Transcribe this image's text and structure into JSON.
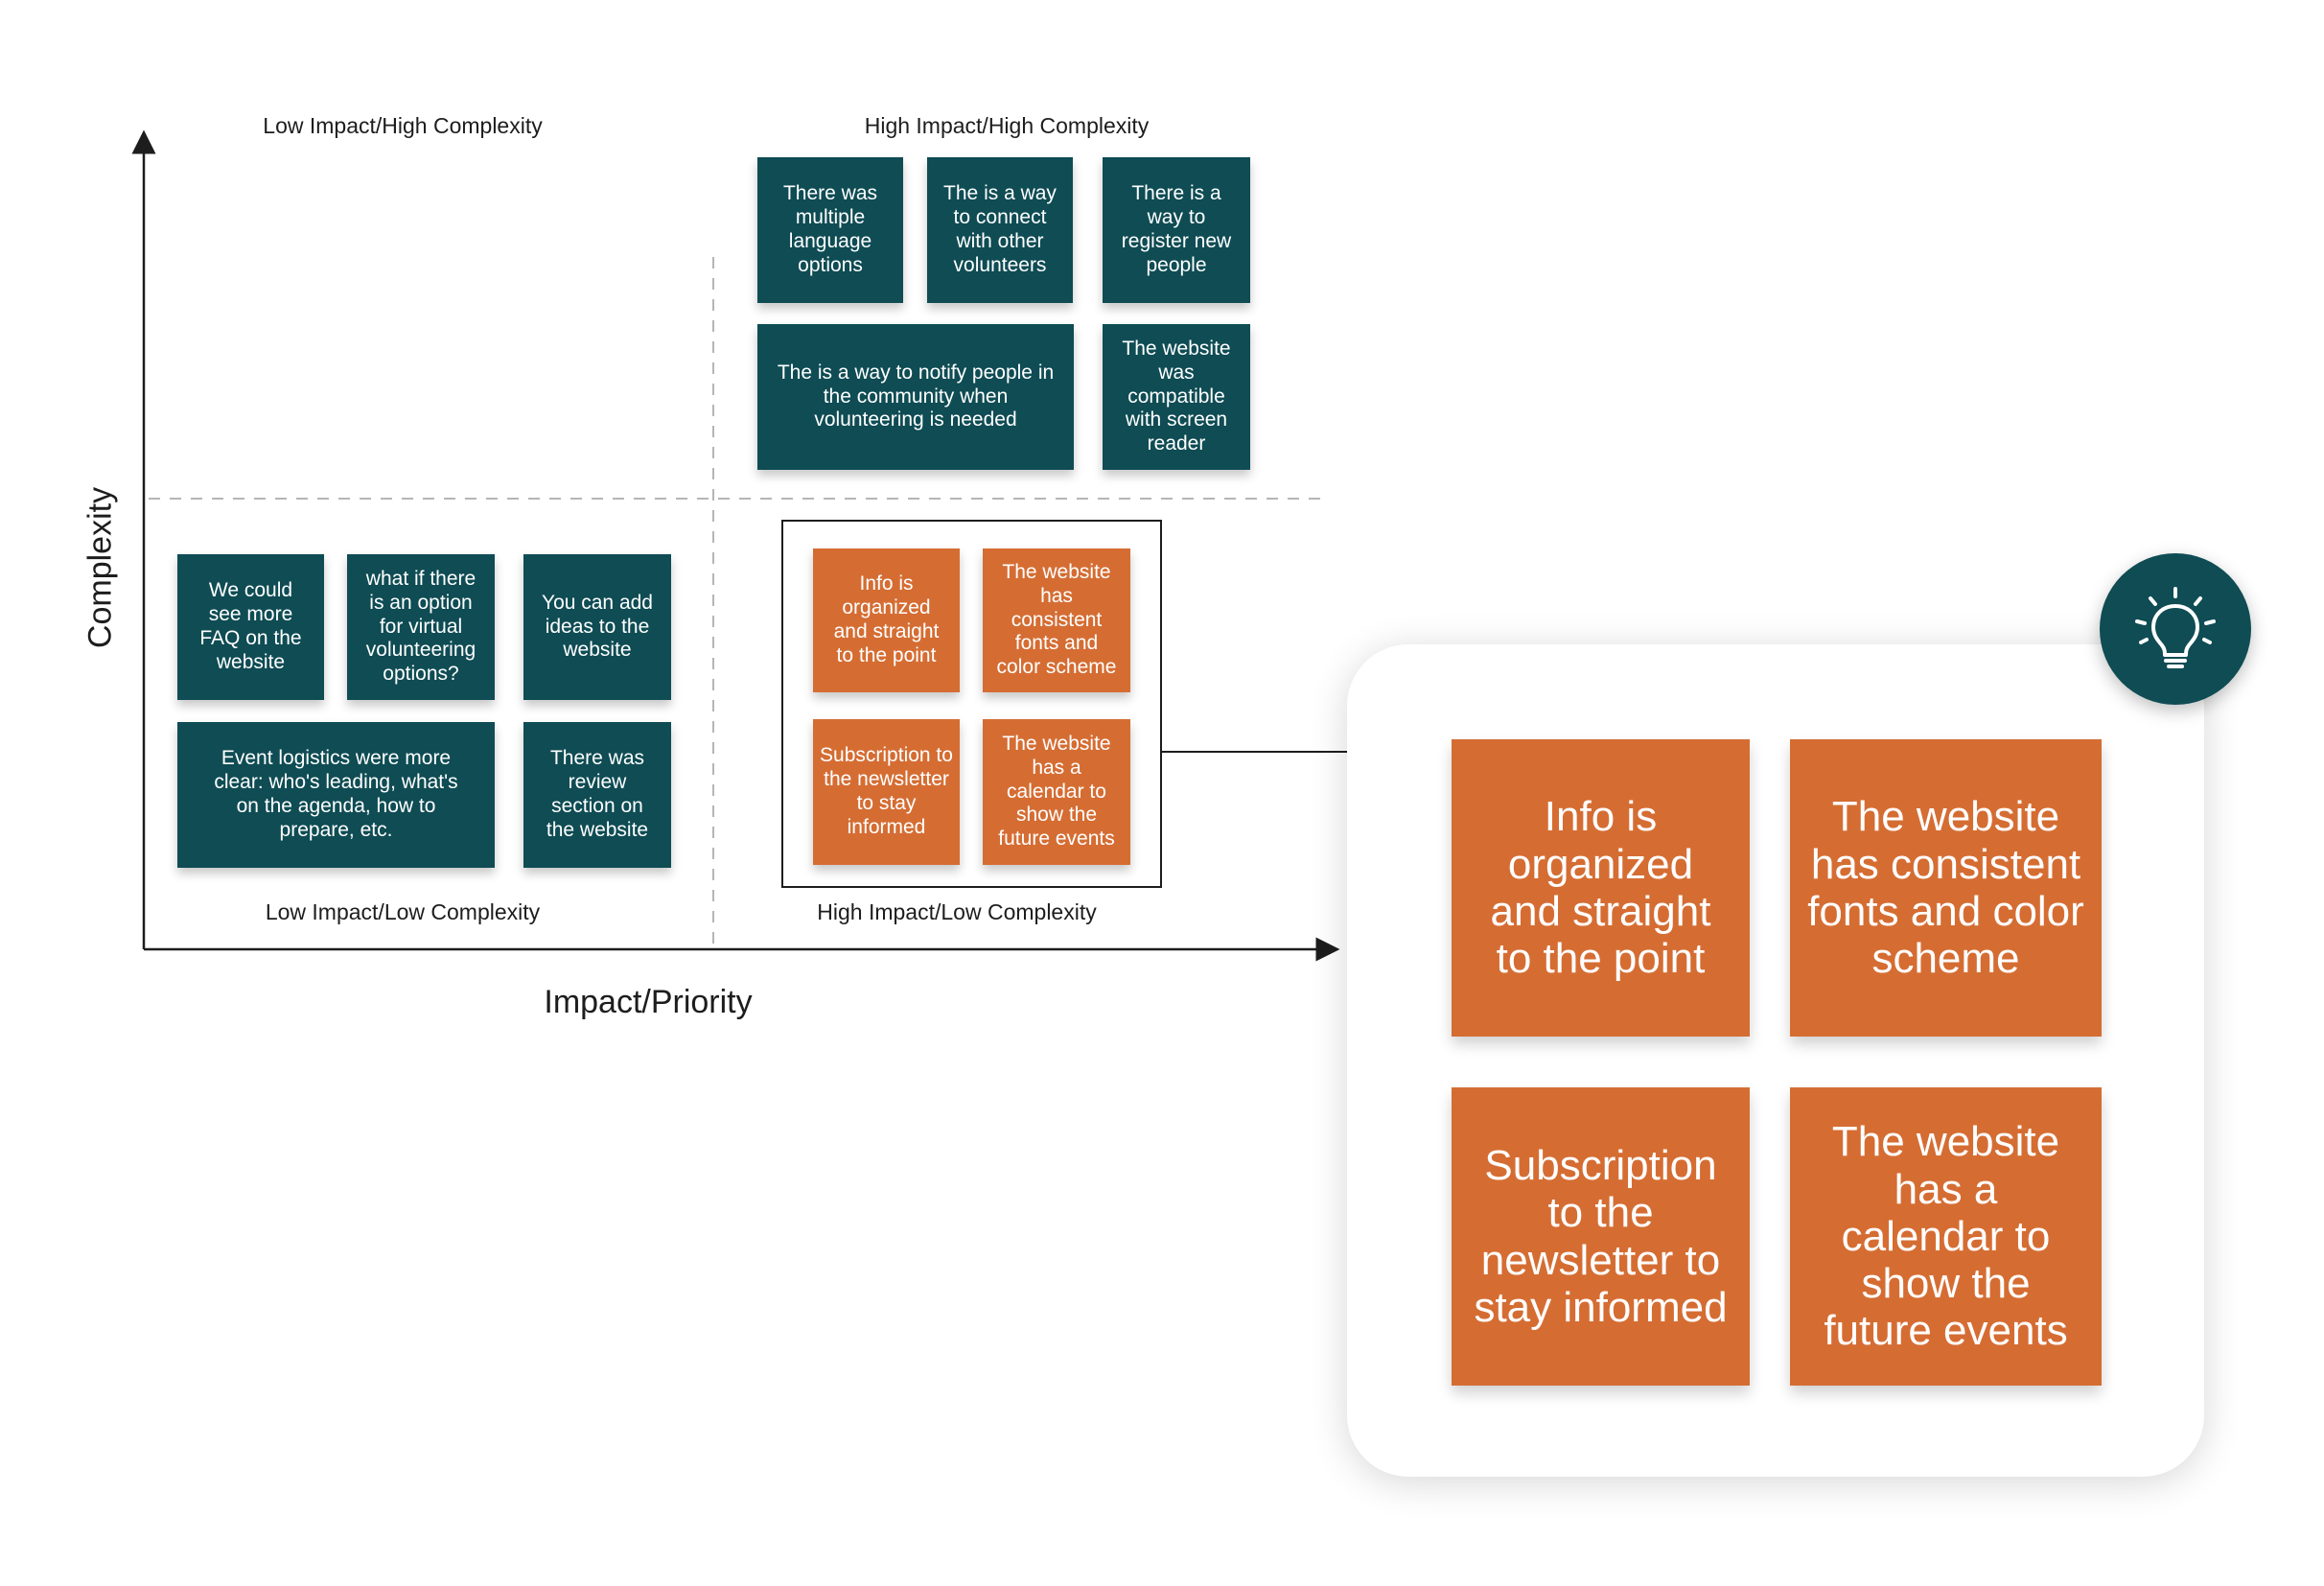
{
  "axes": {
    "x_title": "Impact/Priority",
    "y_title": "Complexity"
  },
  "quadrants": {
    "top_left": "Low Impact/High Complexity",
    "top_right": "High Impact/High Complexity",
    "bottom_left": "Low Impact/Low Complexity",
    "bottom_right": "High Impact/Low Complexity"
  },
  "notes": {
    "high_high": [
      "There was multiple language options",
      "The is a way to connect with other volunteers",
      "There is a way to register new people",
      "The is a way to notify people in the community when volunteering is needed",
      "The website was compatible with screen reader"
    ],
    "low_low": [
      "We could see more FAQ on the website",
      "what if there is an option for virtual volunteering options?",
      "You can add ideas to the website",
      "Event logistics were more clear: who's leading, what's on the agenda, how to prepare, etc.",
      "There was review section on the website"
    ],
    "high_low": [
      "Info is organized and straight to the point",
      "The website has consistent fonts and color scheme",
      "Subscription to the newsletter to stay informed",
      "The website has a calendar to show the future events"
    ]
  },
  "zoom": {
    "icon": "lightbulb-icon",
    "notes": [
      "Info is organized and straight to the point",
      "The website has consistent fonts and color scheme",
      "Subscription to the newsletter to stay informed",
      "The website has a calendar to show the future events"
    ]
  },
  "colors": {
    "teal": "#0f4c54",
    "orange": "#d56d33",
    "axis": "#1d1d1d",
    "divider": "#b5b5b5"
  }
}
